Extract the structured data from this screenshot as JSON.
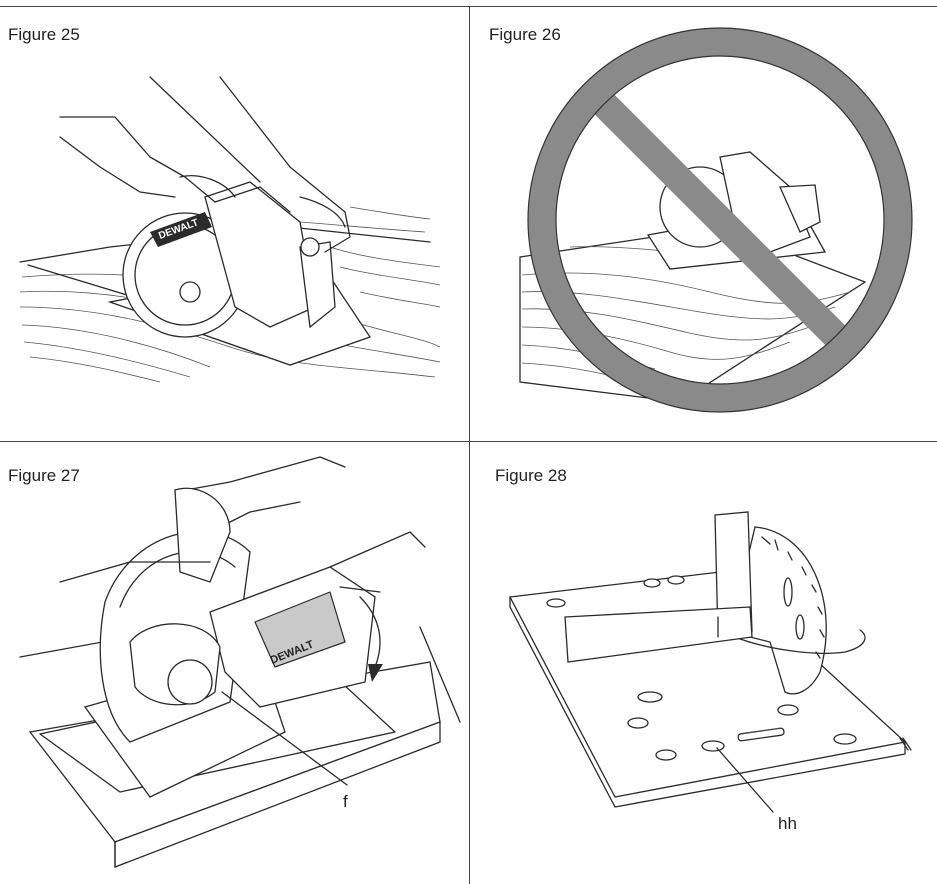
{
  "figures": [
    {
      "caption": "Figure 25",
      "brand": "DEWALT"
    },
    {
      "caption": "Figure 26",
      "prohibition": true
    },
    {
      "caption": "Figure 27",
      "brand": "DEWALT",
      "callout": "f"
    },
    {
      "caption": "Figure 28",
      "callout": "hh"
    }
  ],
  "colors": {
    "lines": "#2a2a2a",
    "prohibition_ring": "#8a8a8a",
    "rules": "#444444"
  }
}
